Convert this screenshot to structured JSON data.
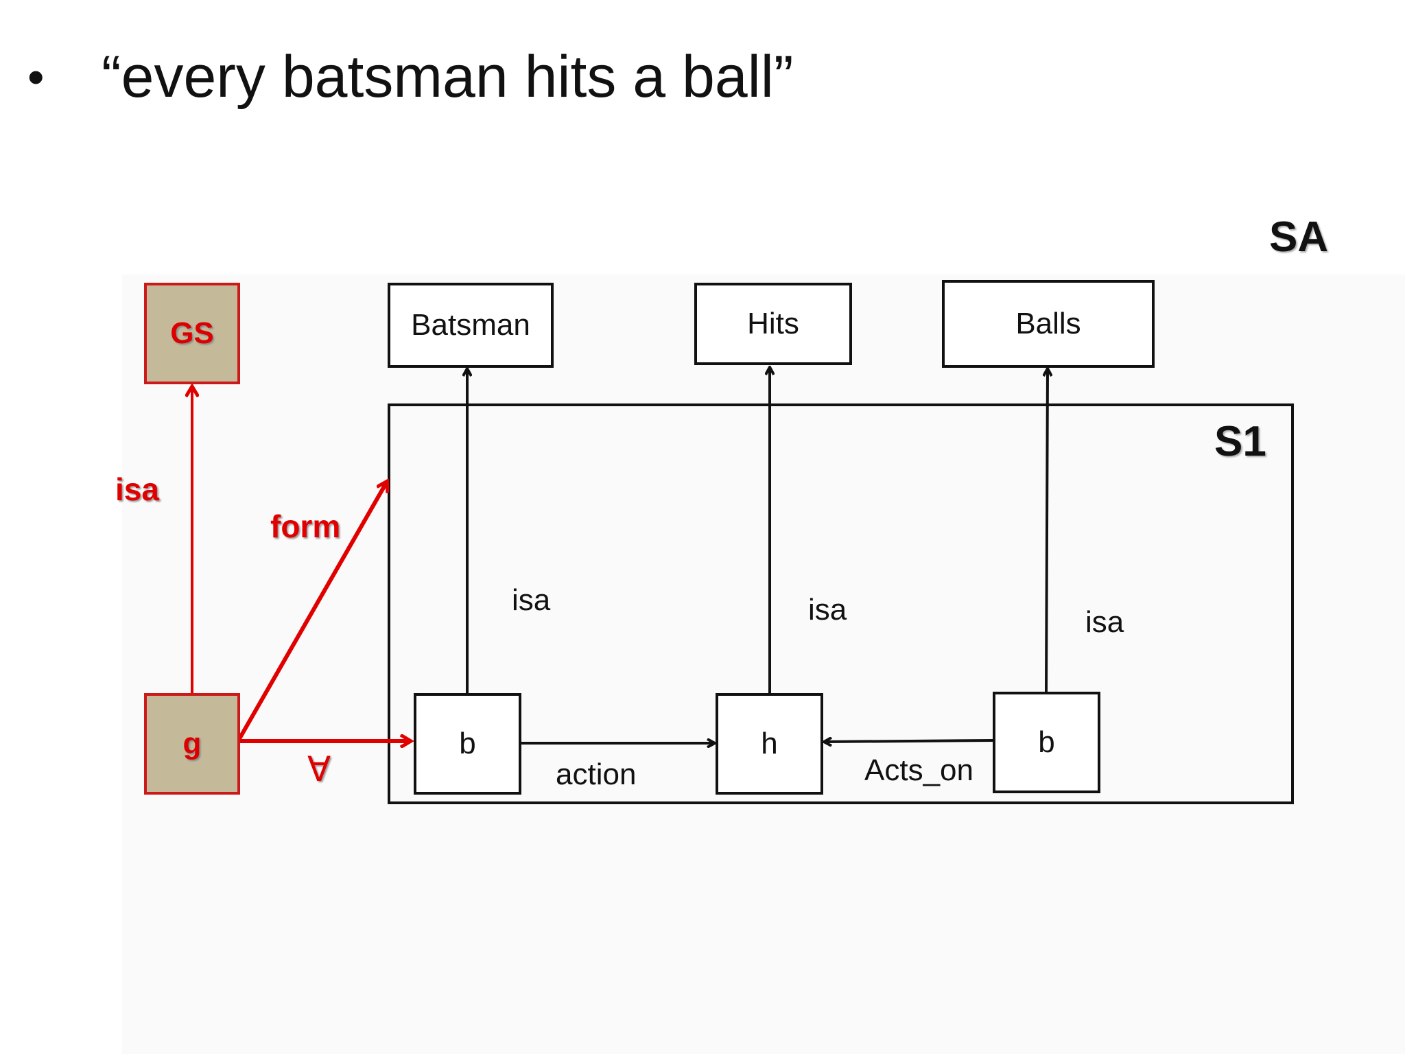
{
  "slide": {
    "bullet": "•",
    "title": "“every batsman hits a ball”"
  },
  "diagram": {
    "space_labels": {
      "outer": "SA",
      "inner": "S1"
    },
    "concept_nodes": {
      "batsman": "Batsman",
      "hits": "Hits",
      "balls": "Balls"
    },
    "general_nodes": {
      "gs": "GS",
      "g": "g"
    },
    "instance_nodes": {
      "b1": "b",
      "h": "h",
      "b2": "b"
    },
    "edge_labels": {
      "g_isa_gs": "isa",
      "g_form_s1": "form",
      "g_forall_b": "∀",
      "b1_isa": "isa",
      "h_isa": "isa",
      "b2_isa": "isa",
      "action": "action",
      "acts_on": "Acts_on"
    },
    "colors": {
      "red": "#e00000",
      "black": "#111111",
      "node_fill": "#c4b999"
    }
  }
}
